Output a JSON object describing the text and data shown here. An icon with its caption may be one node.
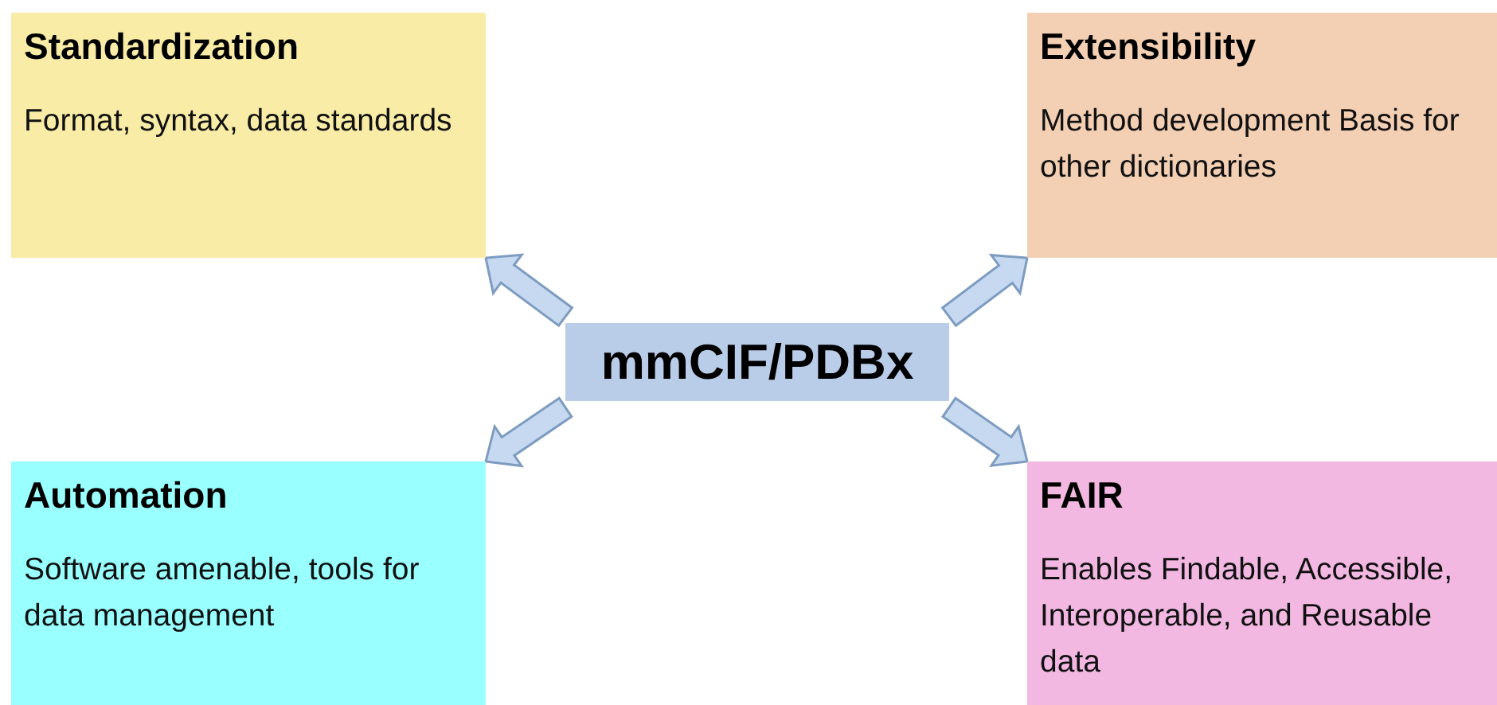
{
  "diagram": {
    "nodes": [
      {
        "text": [
          "Standardization",
          "Format, syntax, data standards"
        ]
      },
      {
        "text": [
          "Extensibility",
          "Method development Basis for other dictionaries"
        ]
      },
      {
        "text": [
          "mmCIF/PDBx"
        ]
      },
      {
        "text": [
          "Automation",
          "Software amenable, tools for data management"
        ]
      },
      {
        "text": [
          "FAIR",
          "Enables Findable, Accessible, Interoperable, and Reusable data"
        ]
      }
    ],
    "edges": [
      {
        "from": 2,
        "to": 0,
        "arrow": "to"
      },
      {
        "from": 2,
        "to": 1,
        "arrow": "to"
      },
      {
        "from": 2,
        "to": 3,
        "arrow": "to"
      },
      {
        "from": 2,
        "to": 4,
        "arrow": "to"
      }
    ]
  }
}
